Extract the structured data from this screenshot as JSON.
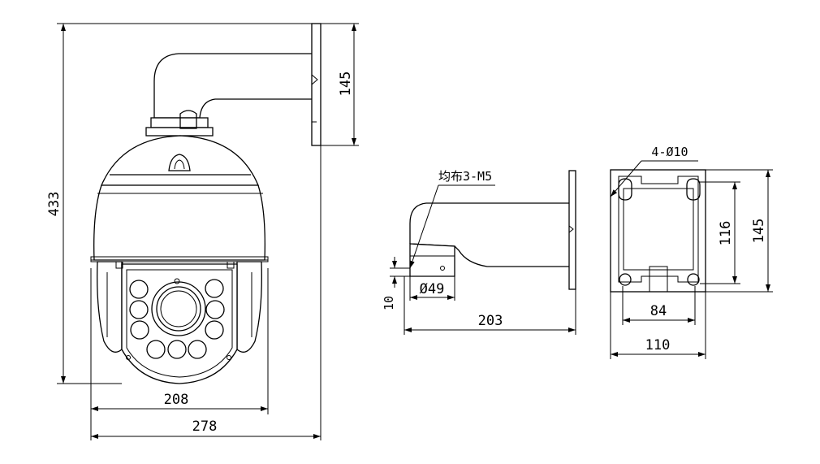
{
  "camera": {
    "dims": {
      "height": "433",
      "bracket_height": "145",
      "width_inner": "208",
      "width_outer": "278"
    }
  },
  "bracket_side": {
    "thread_label": "均布3-M5",
    "dims": {
      "diameter": "Ø49",
      "lip": "10",
      "length": "203"
    }
  },
  "base_plate": {
    "hole_label": "4-Ø10",
    "dims": {
      "hole_span_v": "116",
      "height": "145",
      "hole_span_h": "84",
      "width": "110"
    }
  }
}
